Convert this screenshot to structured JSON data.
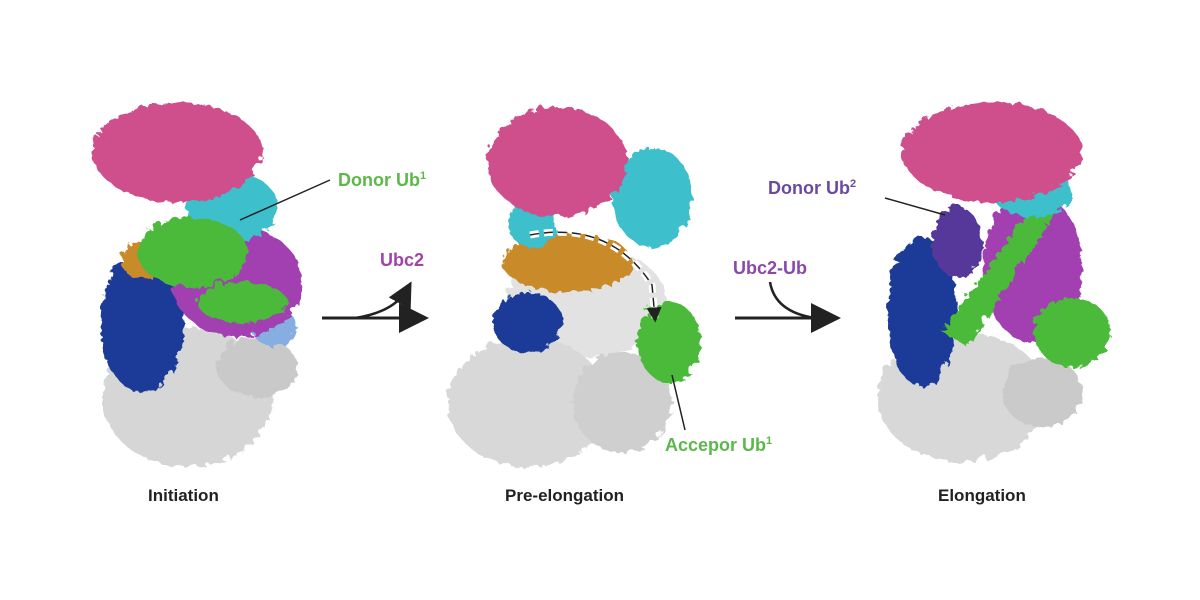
{
  "stages": [
    {
      "label": "Initiation"
    },
    {
      "label": "Pre-elongation"
    },
    {
      "label": "Elongation"
    }
  ],
  "annotations": {
    "donor_ub1": {
      "text": "Donor Ub",
      "sup": "1",
      "color": "#5cb848"
    },
    "ubc2": {
      "text": "Ubc2",
      "color": "#a044a8"
    },
    "acceptor_ub1": {
      "text": "Accepor Ub",
      "sup": "1",
      "color": "#5cb848"
    },
    "donor_ub2": {
      "text": "Donor Ub",
      "sup": "2",
      "color": "#6a4aa0"
    },
    "ubc2_ub": {
      "text": "Ubc2-Ub",
      "color": "#8a48a8"
    }
  },
  "colors": {
    "pink": "#cf4f8c",
    "cyan": "#3cbfcc",
    "green": "#4cba3a",
    "purple": "#a23fb2",
    "navy": "#1f3a98",
    "orange": "#c98a2c",
    "grey": "#dcdcdc",
    "lightblue": "#86aee0",
    "violet": "#56389a"
  }
}
